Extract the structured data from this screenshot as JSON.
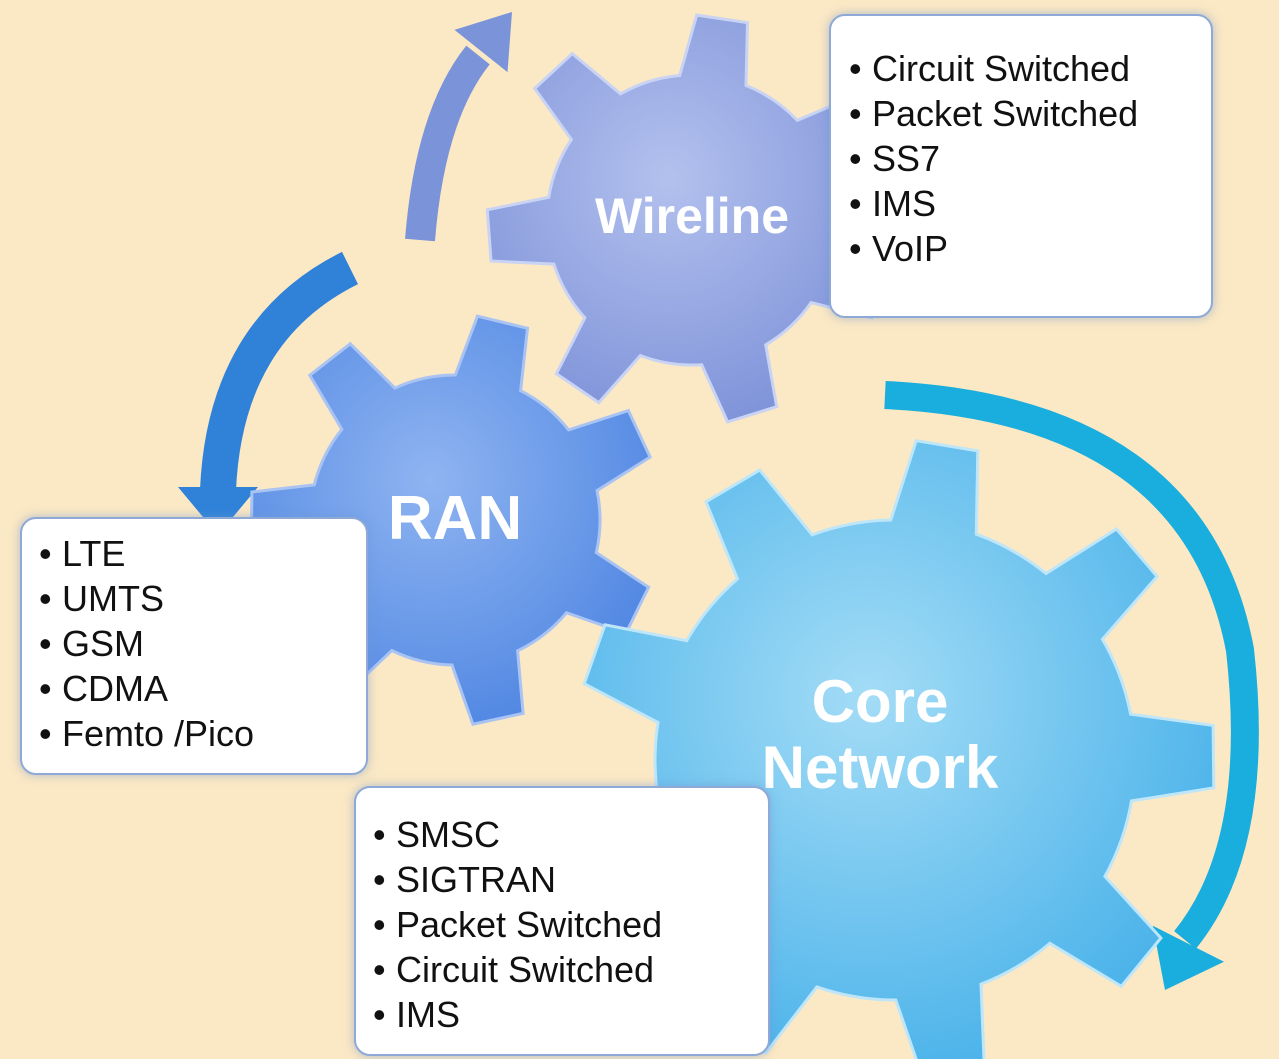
{
  "colors": {
    "background": "#fbe8c4",
    "wireline_gear": "#8c9fde",
    "ran_gear": "#5d90e6",
    "core_gear": "#55b9ec",
    "arrow_blue": "#2f82d8",
    "arrow_periwinkle": "#7b93d9",
    "arrow_cyan": "#1aaede"
  },
  "icons": {
    "wireline": "gear-icon",
    "ran": "gear-icon",
    "core": "gear-icon",
    "arrows": "curved-arrow-icon"
  },
  "gears": {
    "wireline": {
      "label": "Wireline"
    },
    "ran": {
      "label": "RAN"
    },
    "core": {
      "label_line1": "Core",
      "label_line2": "Network"
    }
  },
  "boxes": {
    "wireline": {
      "items": [
        "Circuit Switched",
        "Packet Switched",
        "SS7",
        "IMS",
        "VoIP"
      ]
    },
    "ran": {
      "items": [
        "LTE",
        "UMTS",
        "GSM",
        "CDMA",
        "Femto /Pico"
      ]
    },
    "core": {
      "items": [
        "SMSC",
        "SIGTRAN",
        "Packet Switched",
        "Circuit Switched",
        "IMS"
      ]
    }
  }
}
